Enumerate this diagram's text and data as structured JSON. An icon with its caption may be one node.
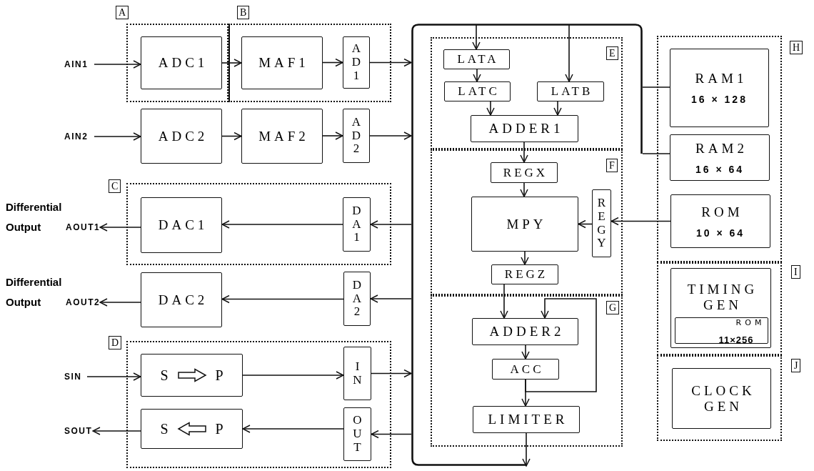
{
  "diagram": {
    "nodes": [
      {
        "text": [
          "A"
        ]
      },
      {
        "text": [
          "ADC1"
        ],
        "in": 0
      },
      {
        "text": [
          "B"
        ]
      },
      {
        "text": [
          "MAF1"
        ],
        "in": 2
      },
      {
        "text": [
          "AD1"
        ],
        "in": 2
      },
      {
        "text": [
          "ADC2"
        ]
      },
      {
        "text": [
          "MAF2"
        ]
      },
      {
        "text": [
          "AD2"
        ]
      },
      {
        "text": [
          "C"
        ]
      },
      {
        "text": [
          "DAC1"
        ],
        "in": 8
      },
      {
        "text": [
          "DA1"
        ],
        "in": 8
      },
      {
        "text": [
          "DAC2"
        ]
      },
      {
        "text": [
          "DA2"
        ]
      },
      {
        "text": [
          "D"
        ]
      },
      {
        "text": [
          "S",
          "P"
        ],
        "in": 13
      },
      {
        "text": [
          "IN"
        ],
        "in": 13
      },
      {
        "text": [
          "S",
          "P"
        ],
        "in": 13
      },
      {
        "text": [
          "OUT"
        ],
        "in": 13
      },
      {
        "text": [],
        "shape": "line"
      },
      {
        "text": [
          "E"
        ],
        "in": 18
      },
      {
        "text": [
          "LATA"
        ],
        "in": 19
      },
      {
        "text": [
          "LATC"
        ],
        "in": 19
      },
      {
        "text": [
          "LATB"
        ],
        "in": 19
      },
      {
        "text": [
          "ADDER1"
        ],
        "in": 19
      },
      {
        "text": [
          "F"
        ],
        "in": 18
      },
      {
        "text": [
          "REGX"
        ],
        "in": 24
      },
      {
        "text": [
          "MPY"
        ],
        "in": 24
      },
      {
        "text": [
          "REGY"
        ],
        "in": 24
      },
      {
        "text": [
          "REGZ"
        ],
        "in": 24
      },
      {
        "text": [
          "G"
        ],
        "in": 18
      },
      {
        "text": [
          "ADDER2"
        ],
        "in": 29
      },
      {
        "text": [
          "ACC"
        ],
        "in": 29
      },
      {
        "text": [
          "LIMITER"
        ],
        "in": 29
      },
      {
        "text": [
          "H"
        ]
      },
      {
        "text": [
          "RAM1",
          "16 × 128"
        ],
        "in": 33
      },
      {
        "text": [
          "RAM2",
          "16 × 64"
        ],
        "in": 33
      },
      {
        "text": [
          "ROM",
          "10 × 64"
        ],
        "in": 33
      },
      {
        "text": [
          "I"
        ]
      },
      {
        "text": [
          "TIMING GEN"
        ],
        "in": 37
      },
      {
        "text": [
          "ROM",
          "11×256"
        ],
        "in": 38
      },
      {
        "text": [
          "J"
        ]
      },
      {
        "text": [
          "CLOCK GEN"
        ],
        "in": 40
      },
      {
        "text": [
          "AIN1"
        ]
      },
      {
        "text": [
          "AIN2"
        ]
      },
      {
        "text": [
          "AOUT1"
        ],
        "beside": [
          "Differential Output"
        ]
      },
      {
        "text": [
          "AOUT2"
        ],
        "beside": [
          "Differential Output"
        ]
      },
      {
        "text": [
          "SIN"
        ]
      },
      {
        "text": [
          "SOUT"
        ]
      }
    ],
    "edges": [
      {
        "from": 42,
        "to": 1,
        "arrow": "to"
      },
      {
        "from": 1,
        "to": 3,
        "arrow": "to"
      },
      {
        "from": 3,
        "to": 4,
        "arrow": "to"
      },
      {
        "from": 4,
        "to": 18,
        "arrow": "to"
      },
      {
        "from": 43,
        "to": 5,
        "arrow": "to"
      },
      {
        "from": 5,
        "to": 6,
        "arrow": "to"
      },
      {
        "from": 6,
        "to": 7,
        "arrow": "to"
      },
      {
        "from": 7,
        "to": 18,
        "arrow": "to"
      },
      {
        "from": 18,
        "to": 10,
        "arrow": "to"
      },
      {
        "from": 10,
        "to": 9,
        "arrow": "to"
      },
      {
        "from": 9,
        "to": 44,
        "arrow": "to"
      },
      {
        "from": 18,
        "to": 12,
        "arrow": "to"
      },
      {
        "from": 12,
        "to": 11,
        "arrow": "to"
      },
      {
        "from": 11,
        "to": 45,
        "arrow": "to"
      },
      {
        "from": 46,
        "to": 14,
        "arrow": "to"
      },
      {
        "from": 14,
        "to": 15,
        "arrow": "to"
      },
      {
        "from": 15,
        "to": 18,
        "arrow": "to"
      },
      {
        "from": 18,
        "to": 17,
        "arrow": "to"
      },
      {
        "from": 17,
        "to": 16,
        "arrow": "to"
      },
      {
        "from": 16,
        "to": 47,
        "arrow": "to"
      },
      {
        "from": 18,
        "to": 20,
        "arrow": "to"
      },
      {
        "from": 18,
        "to": 22,
        "arrow": "to"
      },
      {
        "from": 20,
        "to": 21,
        "arrow": "to"
      },
      {
        "from": 21,
        "to": 23,
        "arrow": "to"
      },
      {
        "from": 22,
        "to": 23,
        "arrow": "to"
      },
      {
        "from": 23,
        "to": 25,
        "arrow": "to"
      },
      {
        "from": 25,
        "to": 26,
        "arrow": "to"
      },
      {
        "from": 27,
        "to": 26,
        "arrow": "to"
      },
      {
        "from": 36,
        "to": 27,
        "arrow": "to"
      },
      {
        "from": 26,
        "to": 28,
        "arrow": "to"
      },
      {
        "from": 28,
        "to": 30,
        "arrow": "to"
      },
      {
        "from": 30,
        "to": 31,
        "arrow": "to"
      },
      {
        "from": 31,
        "to": 30,
        "arrow": "to"
      },
      {
        "from": 31,
        "to": 32,
        "arrow": "to"
      },
      {
        "from": 32,
        "to": 18,
        "arrow": "to"
      },
      {
        "from": 18,
        "to": 34,
        "arrow": "none"
      },
      {
        "from": 18,
        "to": 35,
        "arrow": "none"
      }
    ]
  }
}
